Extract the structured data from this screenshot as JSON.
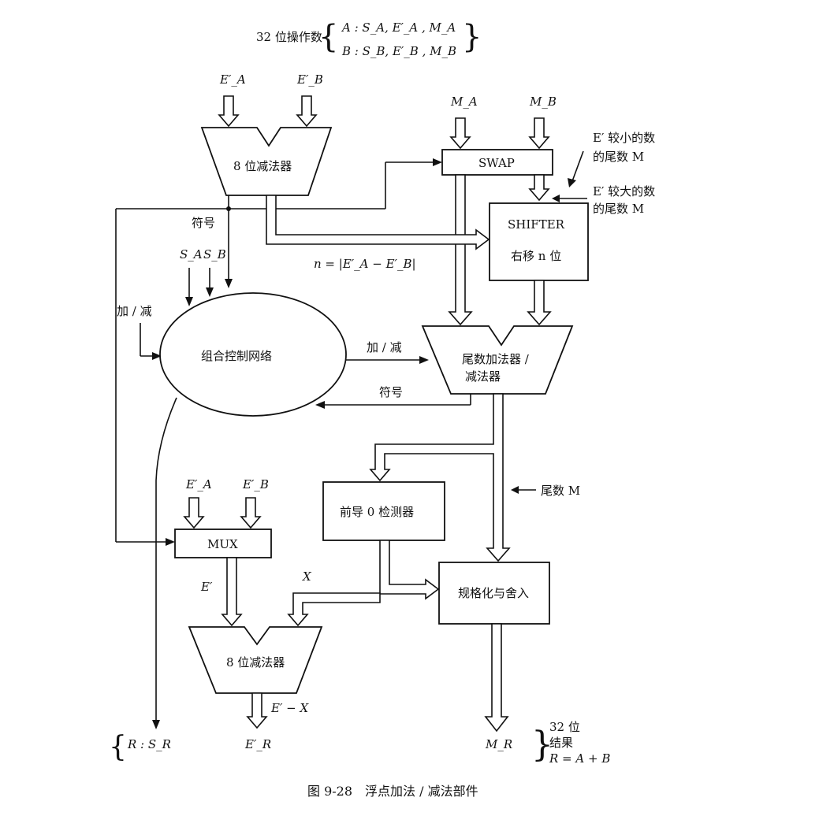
{
  "header": {
    "prefix": "32 位操作数",
    "line_a": "A : S_A, E′_A , M_A",
    "line_b": "B : S_B, E′_B , M_B"
  },
  "blocks": {
    "subtractor_top": "8 位减法器",
    "swap": "SWAP",
    "shifter_title": "SHIFTER",
    "shifter_sub": "右移 n 位",
    "control": "组合控制网络",
    "mantissa_adder_line1": "尾数加法器 /",
    "mantissa_adder_line2": "减法器",
    "leading_zero": "前导 0 检测器",
    "mux": "MUX",
    "normalize": "规格化与舍入",
    "subtractor_bottom": "8 位减法器"
  },
  "labels": {
    "ea_top": "E′_A",
    "eb_top": "E′_B",
    "ma": "M_A",
    "mb": "M_B",
    "small_line1": "E′ 较小的数",
    "small_line2": "的尾数 M",
    "large_line1": "E′ 较大的数",
    "large_line2": "的尾数 M",
    "sign_top": "符号",
    "sa": "S_A",
    "sb": "S_B",
    "n_expr": "n = |E′_A − E′_B|",
    "add_sub_in": "加 / 减",
    "add_sub_out": "加 / 减",
    "sign_back": "符号",
    "mantissa_m": "尾数 M",
    "ea_mid": "E′_A",
    "eb_mid": "E′_B",
    "e_prime": "E′",
    "x": "X",
    "e_minus_x": "E′ − X",
    "er": "E′_R",
    "mr": "M_R",
    "r_sr": "R : S_R",
    "result_1": "32 位",
    "result_2": "结果",
    "result_3": "R = A + B"
  },
  "caption": "图 9-28　浮点加法 / 减法部件"
}
